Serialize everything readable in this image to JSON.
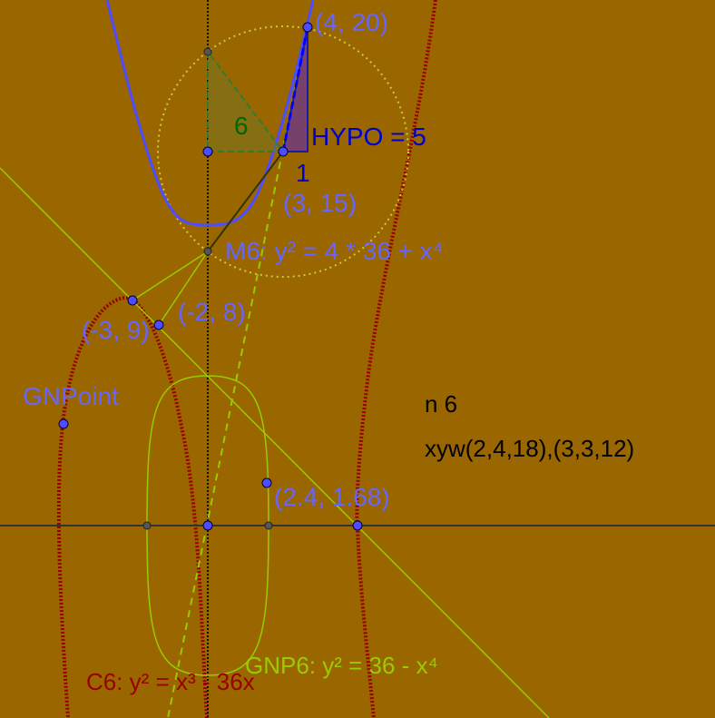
{
  "labels": {
    "pt_4_20": "(4, 20)",
    "pt_3_15": "(3, 15)",
    "pt_m2_8": "(-2, 8)",
    "pt_m3_9": "(-3, 9)",
    "pt_24_168": "(2.4, 1.68)",
    "gnpoint": "GNPoint",
    "hypo": "HYPO = 5",
    "leg_6": "6",
    "leg_1": "1",
    "m6": "M6: y² = 4 * 36 + x⁴",
    "n6": "n 6",
    "xyw": "xyw(2,4,18),(3,3,12)",
    "gnp6": "GNP6: y² = 36 - x⁴",
    "c6": "C6: y² = x³ - 36x"
  },
  "colors": {
    "background": "#996600",
    "blue_curve": "#4d4dff",
    "red_curve": "#990000",
    "green_curve": "#99cc00",
    "axis": "#333333",
    "point_fill": "#4d4dff",
    "dark_point": "#444444",
    "triangle_green": "#2e7d32",
    "triangle_blue": "#1a1aa6"
  }
}
